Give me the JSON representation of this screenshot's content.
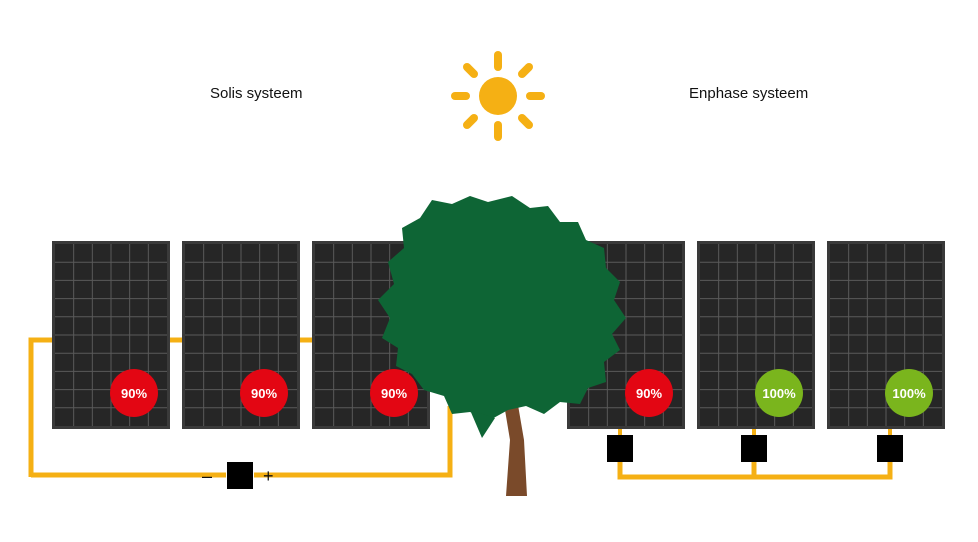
{
  "left_system": {
    "title": "Solis systeem",
    "panels": [
      {
        "badge": "90%",
        "color": "#e30613"
      },
      {
        "badge": "90%",
        "color": "#e30613"
      },
      {
        "badge": "90%",
        "color": "#e30613"
      }
    ],
    "inverter": {
      "minus": "–",
      "plus": "+"
    }
  },
  "right_system": {
    "title": "Enphase systeem",
    "panels": [
      {
        "badge": "90%",
        "color": "#e30613"
      },
      {
        "badge": "100%",
        "color": "#7ab51d"
      },
      {
        "badge": "100%",
        "color": "#7ab51d"
      }
    ]
  },
  "colors": {
    "wire": "#f5b014",
    "sun": "#f5b014",
    "panel_frame": "#3a3a3a",
    "panel_cell": "#262626",
    "tree_foliage": "#0e6535",
    "tree_trunk": "#7a4a2a",
    "inverter": "#000000"
  },
  "icons": [
    "sun-icon",
    "tree-icon"
  ]
}
